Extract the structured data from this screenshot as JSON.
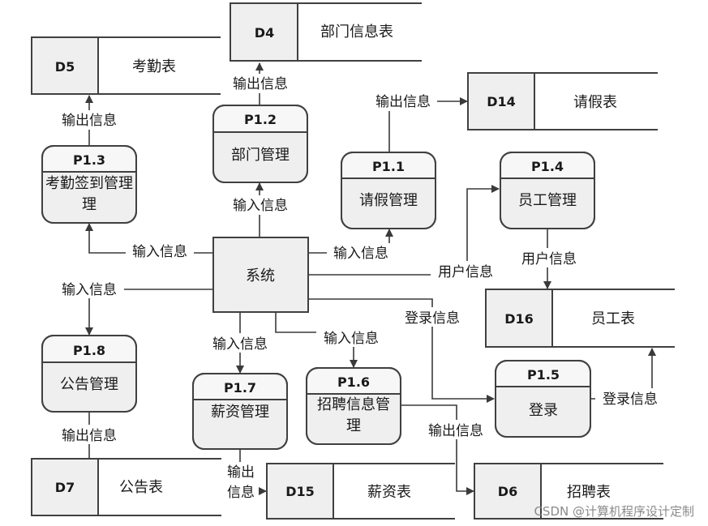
{
  "system": {
    "label": "系统"
  },
  "processes": {
    "p11": {
      "id": "P1.1",
      "name": "请假管理"
    },
    "p12": {
      "id": "P1.2",
      "name": "部门管理"
    },
    "p13": {
      "id": "P1.3",
      "name_line1": "考勤签到管理",
      "name_line2": "理"
    },
    "p14": {
      "id": "P1.4",
      "name": "员工管理"
    },
    "p15": {
      "id": "P1.5",
      "name": "登录"
    },
    "p16": {
      "id": "P1.6",
      "name_line1": "招聘信息管",
      "name_line2": "理"
    },
    "p17": {
      "id": "P1.7",
      "name": "薪资管理"
    },
    "p18": {
      "id": "P1.8",
      "name": "公告管理"
    }
  },
  "stores": {
    "d4": {
      "id": "D4",
      "name": "部门信息表"
    },
    "d5": {
      "id": "D5",
      "name": "考勤表"
    },
    "d6": {
      "id": "D6",
      "name": "招聘表"
    },
    "d7": {
      "id": "D7",
      "name": "公告表"
    },
    "d14": {
      "id": "D14",
      "name": "请假表"
    },
    "d15": {
      "id": "D15",
      "name": "薪资表"
    },
    "d16": {
      "id": "D16",
      "name": "员工表"
    }
  },
  "flows": {
    "out_d4": "输出信息",
    "in_p12": "输入信息",
    "out_d5": "输出信息",
    "in_p13": "输入信息",
    "out_d14": "输出信息",
    "in_p11": "输入信息",
    "user_info_1": "用户信息",
    "user_info_2": "用户信息",
    "login_info_1": "登录信息",
    "login_info_2": "登录信息",
    "in_p18": "输入信息",
    "out_d7": "输出信息",
    "in_p17": "输入信息",
    "in_p16": "输入信息",
    "out_d15_line1": "输出",
    "out_d15_line2": "信息",
    "out_d6": "输出信息"
  },
  "watermark": "CSDN @计算机程序设计定制"
}
